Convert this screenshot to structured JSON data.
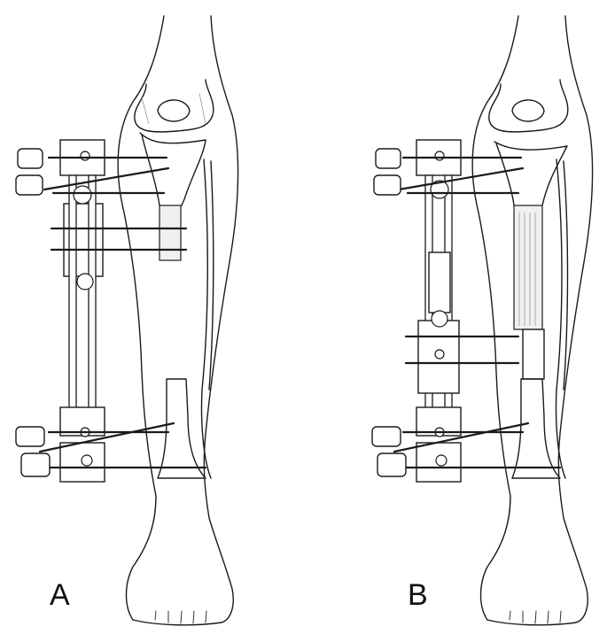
{
  "panels": [
    {
      "id": "A",
      "label": "A"
    },
    {
      "id": "B",
      "label": "B"
    }
  ],
  "colors": {
    "line": "#1a1a1a",
    "background": "#ffffff"
  },
  "icons": [
    "leg-outline",
    "tibia-bone",
    "fibula-bone",
    "knee-joint",
    "foot",
    "external-fixator-frame",
    "transfixion-pin",
    "pin-clamp",
    "bone-segment"
  ]
}
